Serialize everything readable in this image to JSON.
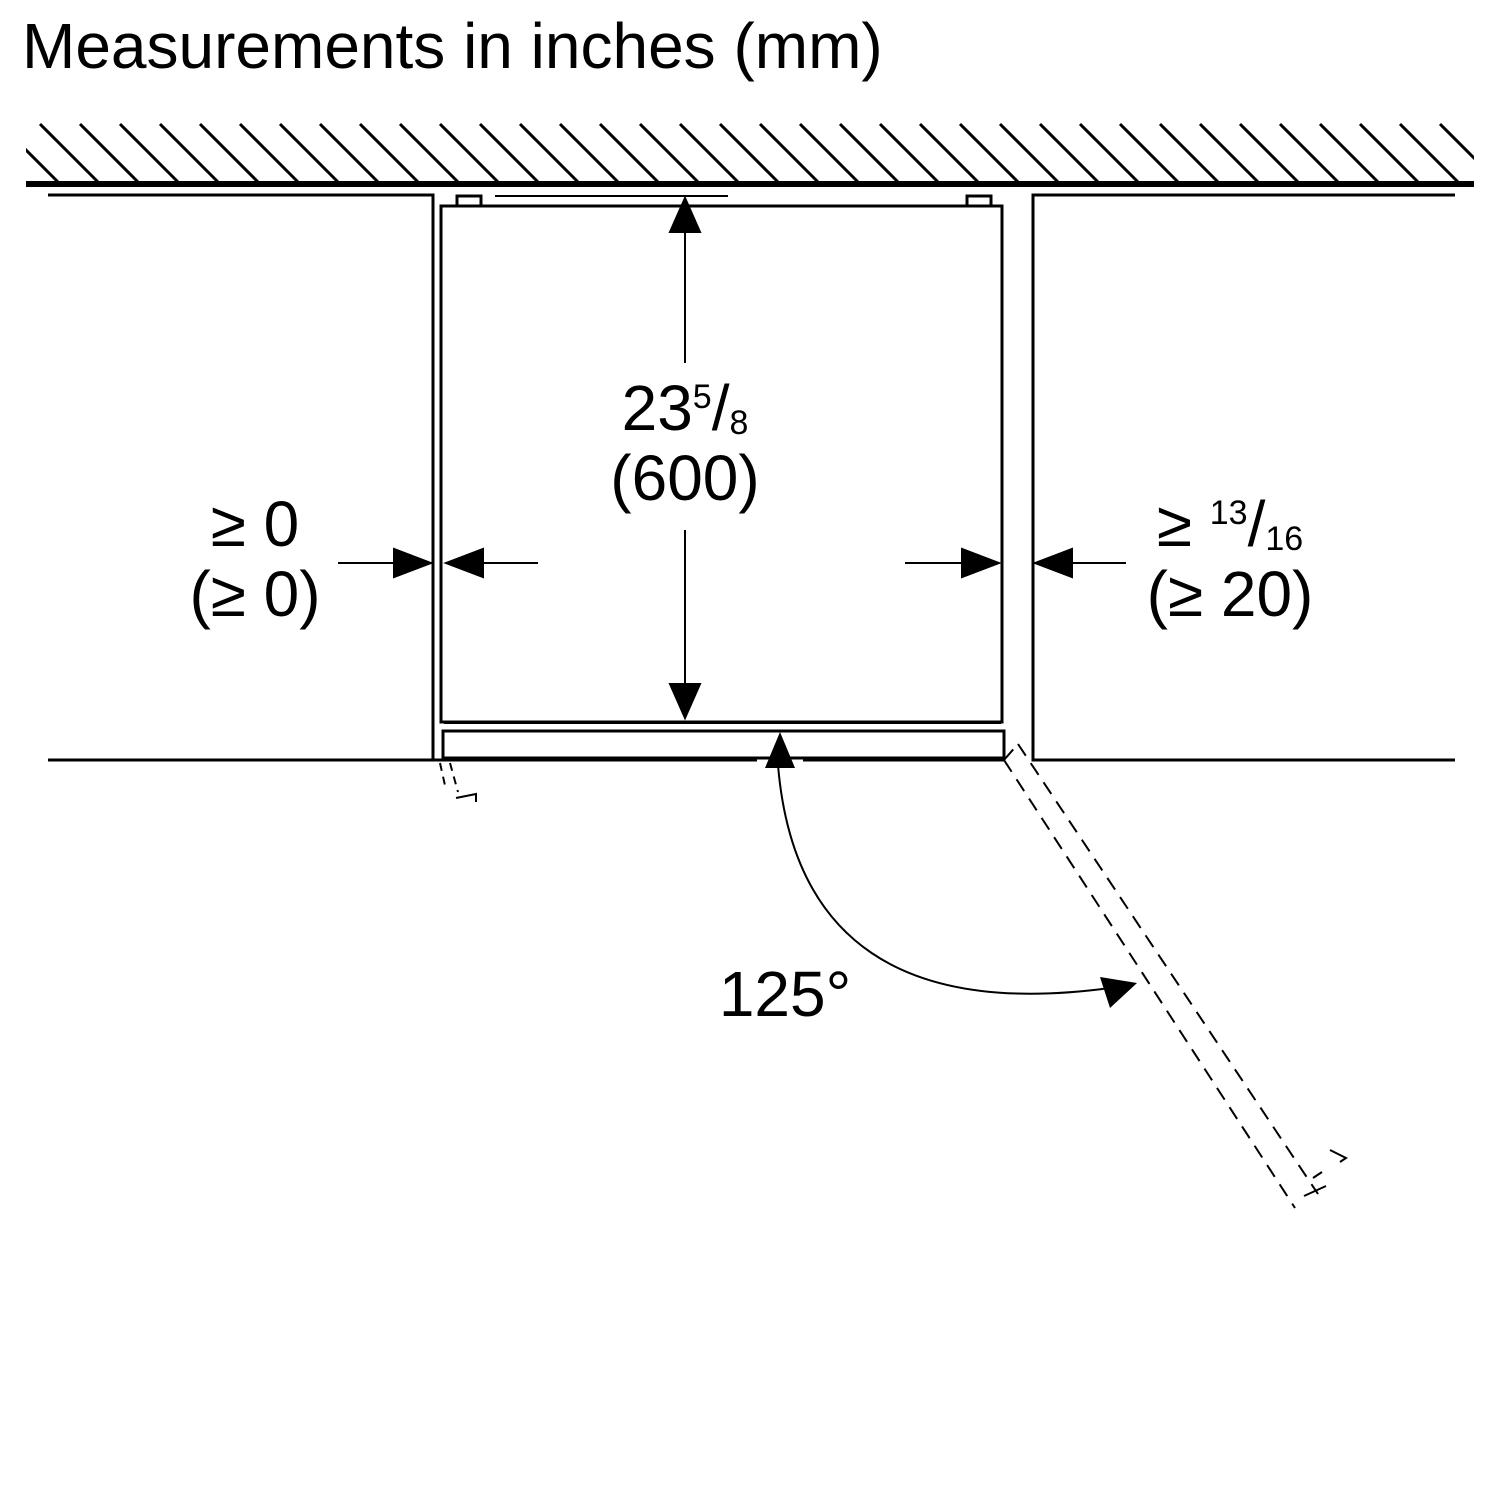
{
  "title": "Measurements in inches (mm)",
  "depth": {
    "whole": "23",
    "num": "5",
    "slash": "/",
    "den": "8",
    "mm": "(600)"
  },
  "left_gap": {
    "inch": "≥ 0",
    "mm": "(≥ 0)"
  },
  "right_gap": {
    "prefix": "≥ ",
    "num": "13",
    "slash": "/",
    "den": "16",
    "mm": "(≥ 20)"
  },
  "door_angle": "125°",
  "colors": {
    "line": "#000000",
    "background": "#ffffff"
  }
}
